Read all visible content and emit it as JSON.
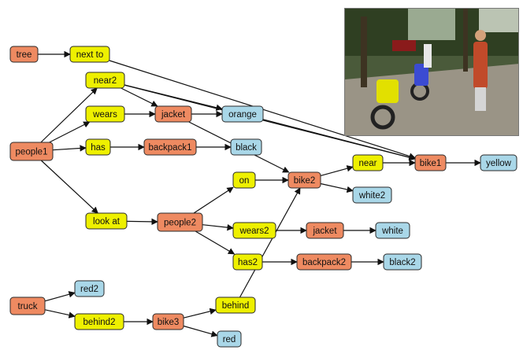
{
  "colors": {
    "object": "#ee8a61",
    "relation": "#eef000",
    "attribute": "#a9d7e8",
    "stroke": "#2a2a2a",
    "edge": "#111111"
  },
  "photo": {
    "icon": "photo-icon"
  },
  "nodes": [
    {
      "id": "tree",
      "label": "tree",
      "kind": "object"
    },
    {
      "id": "next_to",
      "label": "next to",
      "kind": "relation"
    },
    {
      "id": "near2",
      "label": "near2",
      "kind": "relation"
    },
    {
      "id": "wears",
      "label": "wears",
      "kind": "relation"
    },
    {
      "id": "jacket1",
      "label": "jacket",
      "kind": "object"
    },
    {
      "id": "orange",
      "label": "orange",
      "kind": "attribute"
    },
    {
      "id": "people1",
      "label": "people1",
      "kind": "object"
    },
    {
      "id": "has",
      "label": "has",
      "kind": "relation"
    },
    {
      "id": "backpack1",
      "label": "backpack1",
      "kind": "object"
    },
    {
      "id": "black",
      "label": "black",
      "kind": "attribute"
    },
    {
      "id": "near",
      "label": "near",
      "kind": "relation"
    },
    {
      "id": "bike1",
      "label": "bike1",
      "kind": "object"
    },
    {
      "id": "yellow",
      "label": "yellow",
      "kind": "attribute"
    },
    {
      "id": "on",
      "label": "on",
      "kind": "relation"
    },
    {
      "id": "bike2",
      "label": "bike2",
      "kind": "object"
    },
    {
      "id": "white2",
      "label": "white2",
      "kind": "attribute"
    },
    {
      "id": "look_at",
      "label": "look at",
      "kind": "relation"
    },
    {
      "id": "people2",
      "label": "people2",
      "kind": "object"
    },
    {
      "id": "wears2",
      "label": "wears2",
      "kind": "relation"
    },
    {
      "id": "jacket2",
      "label": "jacket",
      "kind": "object"
    },
    {
      "id": "white",
      "label": "white",
      "kind": "attribute"
    },
    {
      "id": "has2",
      "label": "has2",
      "kind": "relation"
    },
    {
      "id": "backpack2",
      "label": "backpack2",
      "kind": "object"
    },
    {
      "id": "black2",
      "label": "black2",
      "kind": "attribute"
    },
    {
      "id": "red2",
      "label": "red2",
      "kind": "attribute"
    },
    {
      "id": "truck",
      "label": "truck",
      "kind": "object"
    },
    {
      "id": "behind2",
      "label": "behind2",
      "kind": "relation"
    },
    {
      "id": "bike3",
      "label": "bike3",
      "kind": "object"
    },
    {
      "id": "behind",
      "label": "behind",
      "kind": "relation"
    },
    {
      "id": "red",
      "label": "red",
      "kind": "attribute"
    }
  ],
  "edges": [
    [
      "tree",
      "next_to"
    ],
    [
      "next_to",
      "bike1"
    ],
    [
      "people1",
      "near2"
    ],
    [
      "people1",
      "wears"
    ],
    [
      "people1",
      "has"
    ],
    [
      "people1",
      "look_at"
    ],
    [
      "near2",
      "jacket1"
    ],
    [
      "near2",
      "orange"
    ],
    [
      "near2",
      "bike1"
    ],
    [
      "wears",
      "jacket1"
    ],
    [
      "jacket1",
      "orange"
    ],
    [
      "jacket1",
      "bike2"
    ],
    [
      "orange",
      "bike1"
    ],
    [
      "has",
      "backpack1"
    ],
    [
      "backpack1",
      "black"
    ],
    [
      "bike2",
      "near"
    ],
    [
      "bike2",
      "white2"
    ],
    [
      "near",
      "bike1"
    ],
    [
      "bike1",
      "yellow"
    ],
    [
      "look_at",
      "people2"
    ],
    [
      "people2",
      "on"
    ],
    [
      "people2",
      "wears2"
    ],
    [
      "people2",
      "has2"
    ],
    [
      "on",
      "bike2"
    ],
    [
      "wears2",
      "jacket2"
    ],
    [
      "jacket2",
      "white"
    ],
    [
      "has2",
      "backpack2"
    ],
    [
      "backpack2",
      "black2"
    ],
    [
      "truck",
      "red2"
    ],
    [
      "truck",
      "behind2"
    ],
    [
      "behind2",
      "bike3"
    ],
    [
      "bike3",
      "behind"
    ],
    [
      "bike3",
      "red"
    ],
    [
      "behind",
      "bike2"
    ]
  ]
}
